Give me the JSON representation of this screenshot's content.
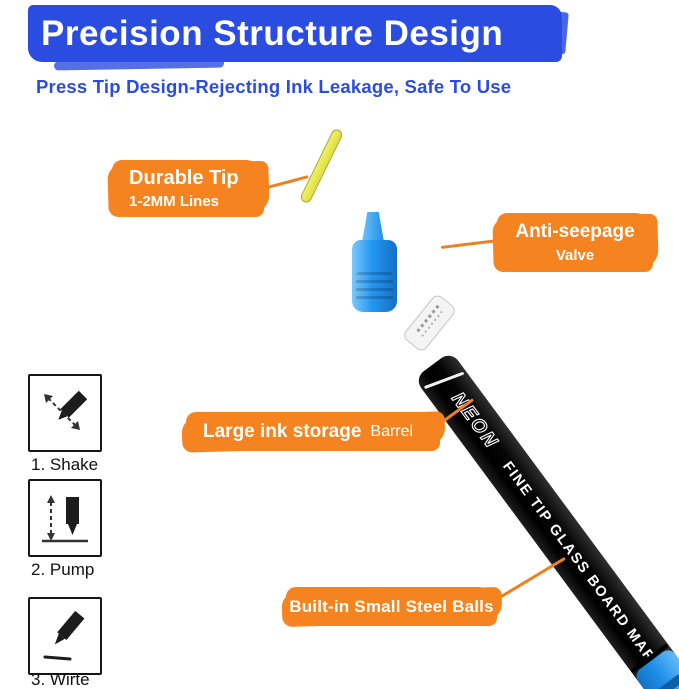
{
  "header": {
    "title": "Precision Structure Design",
    "subtitle": "Press Tip Design-Rejecting Ink Leakage, Safe To Use"
  },
  "callouts": {
    "durable_tip": {
      "title": "Durable Tip",
      "subtitle": "1-2MM Lines"
    },
    "anti_seepage": {
      "title": "Anti-seepage",
      "subtitle": "Valve"
    },
    "ink_storage": {
      "title": "Large ink storage",
      "subtitle": "Barrel"
    },
    "steel_balls": {
      "title": "Built-in Small Steel Balls"
    }
  },
  "marker": {
    "brand": "NEON",
    "barrel_text": "FINE TIP GLASS BOARD MARKER"
  },
  "steps": [
    {
      "label": "1. Shake"
    },
    {
      "label": "2. Pump"
    },
    {
      "label": "3. Wirte"
    }
  ],
  "colors": {
    "banner_blue": "#2b4ce0",
    "accent_orange": "#f5831f",
    "tip_yellow": "#dedf3c",
    "valve_blue": "#2196f3",
    "barrel_black": "#050505",
    "cap_blue": "#1f8fe9"
  }
}
